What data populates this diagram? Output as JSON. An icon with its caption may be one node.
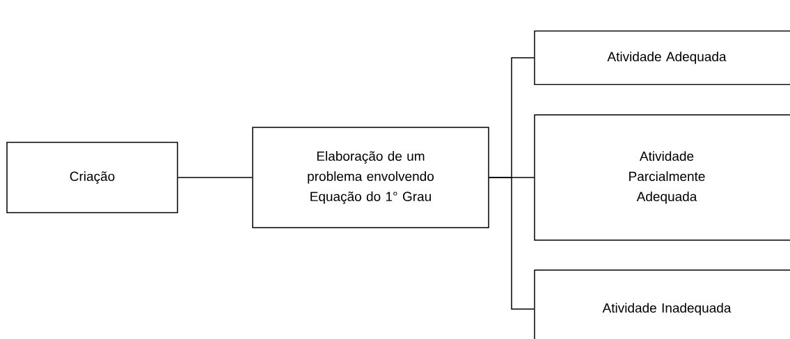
{
  "diagram": {
    "nodes": [
      {
        "text": [
          "Criação"
        ]
      },
      {
        "text": [
          "Elaboração de um problema envolvendo Equação do 1° Grau"
        ]
      },
      {
        "text": [
          "Atividade Adequada"
        ]
      },
      {
        "text": [
          "Atividade Parcialmente Adequada"
        ]
      },
      {
        "text": [
          "Atividade Inadequada"
        ]
      }
    ],
    "edges": [
      {
        "from": 0,
        "to": 1,
        "arrow": "none"
      },
      {
        "from": 1,
        "to": 2,
        "arrow": "none"
      },
      {
        "from": 1,
        "to": 3,
        "arrow": "none"
      },
      {
        "from": 1,
        "to": 4,
        "arrow": "none"
      }
    ]
  }
}
